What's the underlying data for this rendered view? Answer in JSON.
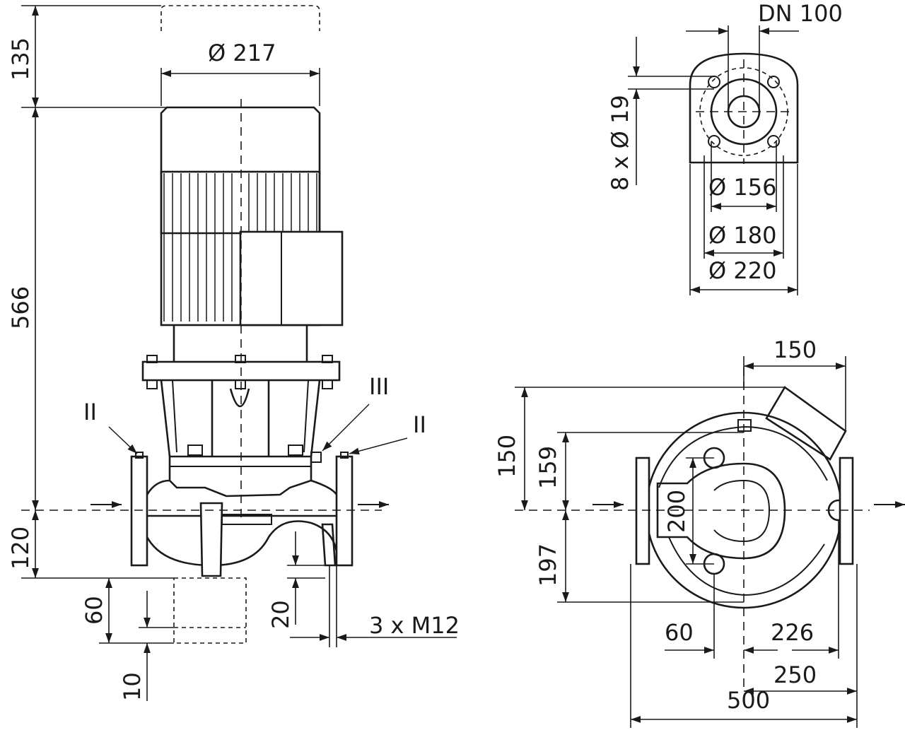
{
  "colors": {
    "ink": "#1a1a1a",
    "paper": "#ffffff"
  },
  "side_view": {
    "dim_motor_top_clearance": "135",
    "dim_motor_diameter": "Ø 217",
    "dim_overall_height": "566",
    "dim_pipe_axis_to_base": "120",
    "dim_foot_height": "60",
    "dim_foot_offset": "10",
    "dim_foot_hole_height": "20",
    "dim_foot_bolts": "3 x M12",
    "label_inlet_marker": "II",
    "label_vent_marker": "III",
    "label_outlet_marker": "II"
  },
  "flange_view": {
    "dim_nominal_diameter": "DN 100",
    "dim_bolt_holes": "8 x Ø 19",
    "dim_raised_face": "Ø 156",
    "dim_bolt_circle": "Ø 180",
    "dim_flange_outer": "Ø 220"
  },
  "plan_view": {
    "dim_box_offset": "150",
    "dim_box_height": "150",
    "dim_upper_body": "159",
    "dim_lower_body": "197",
    "dim_foot_spacing": "200",
    "dim_foot_center_offset": "60",
    "dim_motor_to_outlet": "226",
    "dim_half_length": "250",
    "dim_flange_to_flange": "500"
  }
}
